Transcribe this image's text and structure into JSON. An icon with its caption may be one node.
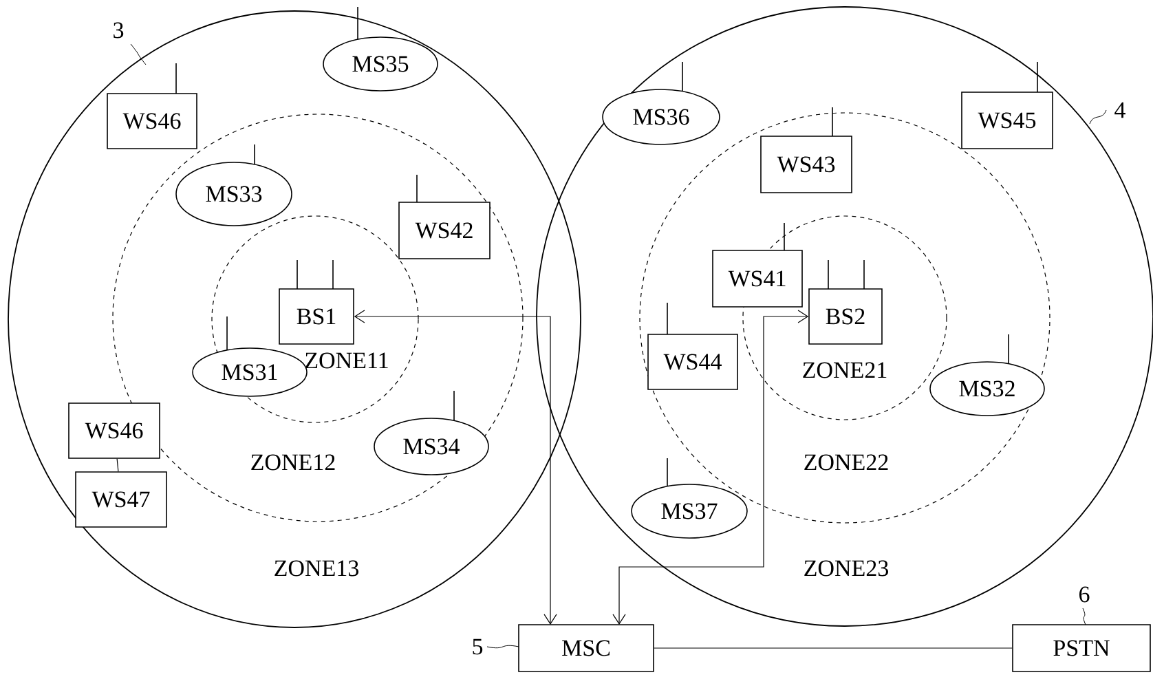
{
  "diagram": {
    "nodes": [
      {
        "text": [
          "ZONE13"
        ],
        "beside": [
          "3"
        ]
      },
      {
        "text": [
          "ZONE12"
        ],
        "in": 0
      },
      {
        "text": [
          "ZONE11"
        ],
        "in": 1
      },
      {
        "text": [
          "ZONE23"
        ],
        "beside": [
          "4"
        ]
      },
      {
        "text": [
          "ZONE22"
        ],
        "in": 3
      },
      {
        "text": [
          "ZONE21"
        ],
        "in": 4
      },
      {
        "text": [
          "MS35"
        ],
        "in": 0
      },
      {
        "text": [
          "WS46"
        ],
        "in": 0
      },
      {
        "text": [
          "MS36"
        ],
        "in": 3
      },
      {
        "text": [
          "WS45"
        ],
        "in": 3
      },
      {
        "text": [
          "WS43"
        ],
        "in": 4
      },
      {
        "text": [
          "MS33"
        ],
        "in": 1
      },
      {
        "text": [
          "WS42"
        ],
        "in": 1
      },
      {
        "text": [
          "WS41"
        ],
        "in": 4
      },
      {
        "text": [
          "BS1"
        ],
        "in": 2
      },
      {
        "text": [
          "BS2"
        ],
        "in": 5
      },
      {
        "text": [
          "MS31"
        ],
        "in": 1
      },
      {
        "text": [
          "WS44"
        ],
        "in": 4
      },
      {
        "text": [
          "WS46"
        ],
        "in": 0
      },
      {
        "text": [
          "WS47"
        ],
        "in": 0
      },
      {
        "text": [
          "MS34"
        ],
        "in": 1
      },
      {
        "text": [
          "MS32"
        ],
        "in": 4
      },
      {
        "text": [
          "MS37"
        ],
        "in": 3
      },
      {
        "text": [
          "MSC"
        ],
        "beside": [
          "5"
        ]
      },
      {
        "text": [
          "PSTN"
        ],
        "beside": [
          "6"
        ]
      }
    ],
    "edges": [
      {
        "from": 23,
        "to": 14,
        "arrow": "both"
      },
      {
        "from": 23,
        "to": 15,
        "arrow": "both"
      },
      {
        "from": 23,
        "to": 24,
        "arrow": "none"
      },
      {
        "from": 18,
        "to": 19,
        "arrow": "none"
      }
    ]
  }
}
